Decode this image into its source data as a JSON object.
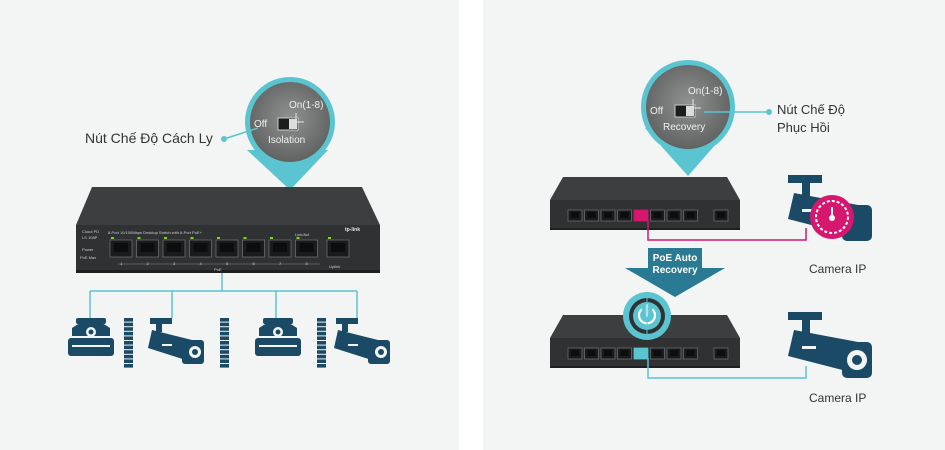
{
  "left": {
    "callout_label": "Nút Chế Độ Cách Ly",
    "switch_off": "Off",
    "switch_on": "On(1-8)",
    "switch_name": "Isolation",
    "device": {
      "brand": "tp-link",
      "model_line1": "Cloud PD",
      "model_line2": "LS 108P",
      "title": "8-Port 10/100Mbps Desktop Switch with 8-Port PoE+",
      "power_label": "Power",
      "poe_max_label": "PoE Max",
      "port_numbers": [
        "1",
        "2",
        "3",
        "4",
        "5",
        "6",
        "7",
        "8"
      ],
      "poe_label": "PoE",
      "linkact_label": "Link/Act",
      "uplink_label": "Uplink"
    }
  },
  "right": {
    "callout_label_line1": "Nút Chế Độ",
    "callout_label_line2": "Phục Hồi",
    "switch_off": "Off",
    "switch_on": "On(1-8)",
    "switch_name": "Recovery",
    "arrow_line1": "PoE Auto",
    "arrow_line2": "Recovery",
    "camera_label_top": "Camera IP",
    "camera_label_bottom": "Camera IP"
  },
  "colors": {
    "teal": "#5bc4d1",
    "teal_dark": "#1f6f84",
    "magenta": "#d6176f",
    "navy": "#1b4a66",
    "device_dark": "#3c3e3f"
  }
}
